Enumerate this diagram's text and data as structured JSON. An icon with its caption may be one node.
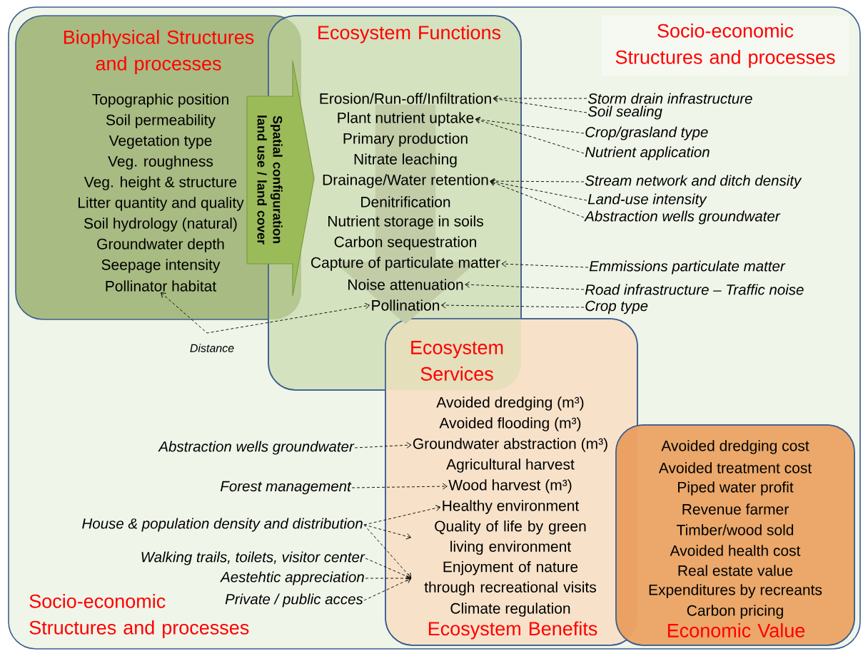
{
  "diagram": {
    "nodes": [
      {
        "text": [
          "Socio-economic Structures and processes",
          "Socio-economic Structures and processes"
        ]
      },
      {
        "text": [
          "Biophysical Structures and processes"
        ],
        "in": 0
      },
      {
        "text": [
          "Topographic position"
        ],
        "in": 1
      },
      {
        "text": [
          "Soil permeability"
        ],
        "in": 1
      },
      {
        "text": [
          "Vegetation type"
        ],
        "in": 1
      },
      {
        "text": [
          "Veg. roughness"
        ],
        "in": 1
      },
      {
        "text": [
          "Veg. height & structure"
        ],
        "in": 1
      },
      {
        "text": [
          "Litter quantity and quality"
        ],
        "in": 1
      },
      {
        "text": [
          "Soil hydrology (natural)"
        ],
        "in": 1
      },
      {
        "text": [
          "Groundwater depth"
        ],
        "in": 1
      },
      {
        "text": [
          "Seepage intensity"
        ],
        "in": 1
      },
      {
        "text": [
          "Pollinator habitat"
        ],
        "in": 1
      },
      {
        "text": [
          "Spatial configuration land use / land cover"
        ],
        "in": 0
      },
      {
        "text": [
          "Ecosystem Functions"
        ],
        "in": 0
      },
      {
        "text": [
          "Erosion/Run-off/Infiltration"
        ],
        "in": 13
      },
      {
        "text": [
          "Plant nutrient uptake"
        ],
        "in": 13
      },
      {
        "text": [
          "Primary production"
        ],
        "in": 13
      },
      {
        "text": [
          "Nitrate leaching"
        ],
        "in": 13
      },
      {
        "text": [
          "Drainage/Water retention"
        ],
        "in": 13
      },
      {
        "text": [
          "Denitrification"
        ],
        "in": 13
      },
      {
        "text": [
          "Nutrient storage in soils"
        ],
        "in": 13
      },
      {
        "text": [
          "Carbon sequestration"
        ],
        "in": 13
      },
      {
        "text": [
          "Capture of particulate matter"
        ],
        "in": 13
      },
      {
        "text": [
          "Noise attenuation"
        ],
        "in": 13
      },
      {
        "text": [
          "Pollination"
        ],
        "in": 13
      },
      {
        "text": [
          "Storm drain infrastructure"
        ],
        "in": 0
      },
      {
        "text": [
          "Soil sealing"
        ],
        "in": 0
      },
      {
        "text": [
          "Crop/grasland type"
        ],
        "in": 0
      },
      {
        "text": [
          "Nutrient application"
        ],
        "in": 0
      },
      {
        "text": [
          "Stream network and ditch density"
        ],
        "in": 0
      },
      {
        "text": [
          "Land-use intensity"
        ],
        "in": 0
      },
      {
        "text": [
          "Abstraction wells groundwater"
        ],
        "in": 0
      },
      {
        "text": [
          "Emmissions particulate matter"
        ],
        "in": 0
      },
      {
        "text": [
          "Road infrastructure – Traffic noise"
        ],
        "in": 0
      },
      {
        "text": [
          "Crop type"
        ],
        "in": 0
      },
      {
        "text": [
          "Ecosystem Services",
          "Ecosystem Benefits"
        ],
        "in": 0
      },
      {
        "text": [
          "Avoided dredging (m³)"
        ],
        "in": 35
      },
      {
        "text": [
          "Avoided flooding (m³)"
        ],
        "in": 35
      },
      {
        "text": [
          "Groundwater abstraction (m³)"
        ],
        "in": 35
      },
      {
        "text": [
          "Agricultural harvest"
        ],
        "in": 35
      },
      {
        "text": [
          "Wood harvest (m³)"
        ],
        "in": 35
      },
      {
        "text": [
          "Healthy environment"
        ],
        "in": 35
      },
      {
        "text": [
          "Quality of life by green living environment"
        ],
        "in": 35
      },
      {
        "text": [
          "Enjoyment of nature through recreational visits"
        ],
        "in": 35
      },
      {
        "text": [
          "Climate regulation"
        ],
        "in": 35
      },
      {
        "text": [
          "Economic Value"
        ],
        "in": 0
      },
      {
        "text": [
          "Avoided dredging cost"
        ],
        "in": 45
      },
      {
        "text": [
          "Avoided treatment cost"
        ],
        "in": 45
      },
      {
        "text": [
          "Piped water profit"
        ],
        "in": 45
      },
      {
        "text": [
          "Revenue farmer"
        ],
        "in": 45
      },
      {
        "text": [
          "Timber/wood sold"
        ],
        "in": 45
      },
      {
        "text": [
          "Avoided health cost"
        ],
        "in": 45
      },
      {
        "text": [
          "Real estate value"
        ],
        "in": 45
      },
      {
        "text": [
          "Expenditures by recreants"
        ],
        "in": 45
      },
      {
        "text": [
          "Carbon pricing"
        ],
        "in": 45
      },
      {
        "text": [
          "Abstraction wells groundwater"
        ],
        "in": 0
      },
      {
        "text": [
          "Forest management"
        ],
        "in": 0
      },
      {
        "text": [
          "House & population density and distribution"
        ],
        "in": 0
      },
      {
        "text": [
          "Walking trails, toilets, visitor center"
        ],
        "in": 0
      },
      {
        "text": [
          "Aestehtic appreciation"
        ],
        "in": 0
      },
      {
        "text": [
          "Private / public acces"
        ],
        "in": 0
      }
    ],
    "edges": [
      {
        "from": 11,
        "to": 24,
        "arrow": "both",
        "label": "Distance",
        "style": "dashed"
      },
      {
        "from": 25,
        "to": 14,
        "arrow": "to",
        "style": "dashed"
      },
      {
        "from": 26,
        "to": 14,
        "arrow": "to",
        "style": "dashed"
      },
      {
        "from": 27,
        "to": 15,
        "arrow": "to",
        "style": "dashed"
      },
      {
        "from": 28,
        "to": 15,
        "arrow": "to",
        "style": "dashed"
      },
      {
        "from": 29,
        "to": 18,
        "arrow": "to",
        "style": "dashed"
      },
      {
        "from": 30,
        "to": 18,
        "arrow": "to",
        "style": "dashed"
      },
      {
        "from": 31,
        "to": 18,
        "arrow": "to",
        "style": "dashed"
      },
      {
        "from": 32,
        "to": 22,
        "arrow": "to",
        "style": "dashed"
      },
      {
        "from": 33,
        "to": 23,
        "arrow": "to",
        "style": "dashed"
      },
      {
        "from": 34,
        "to": 24,
        "arrow": "to",
        "style": "dashed"
      },
      {
        "from": 55,
        "to": 38,
        "arrow": "to",
        "style": "dashed"
      },
      {
        "from": 56,
        "to": 40,
        "arrow": "to",
        "style": "dashed"
      },
      {
        "from": 57,
        "to": 41,
        "arrow": "to",
        "style": "dashed"
      },
      {
        "from": 57,
        "to": 42,
        "arrow": "to",
        "style": "dashed"
      },
      {
        "from": 57,
        "to": 43,
        "arrow": "to",
        "style": "dashed"
      },
      {
        "from": 58,
        "to": 43,
        "arrow": "to",
        "style": "dashed"
      },
      {
        "from": 59,
        "to": 43,
        "arrow": "to",
        "style": "dashed"
      },
      {
        "from": 60,
        "to": 43,
        "arrow": "to",
        "style": "dashed"
      },
      {
        "from": 14,
        "to": 35,
        "arrow": "to",
        "style": "thick",
        "color": "#c2cda8"
      }
    ]
  }
}
